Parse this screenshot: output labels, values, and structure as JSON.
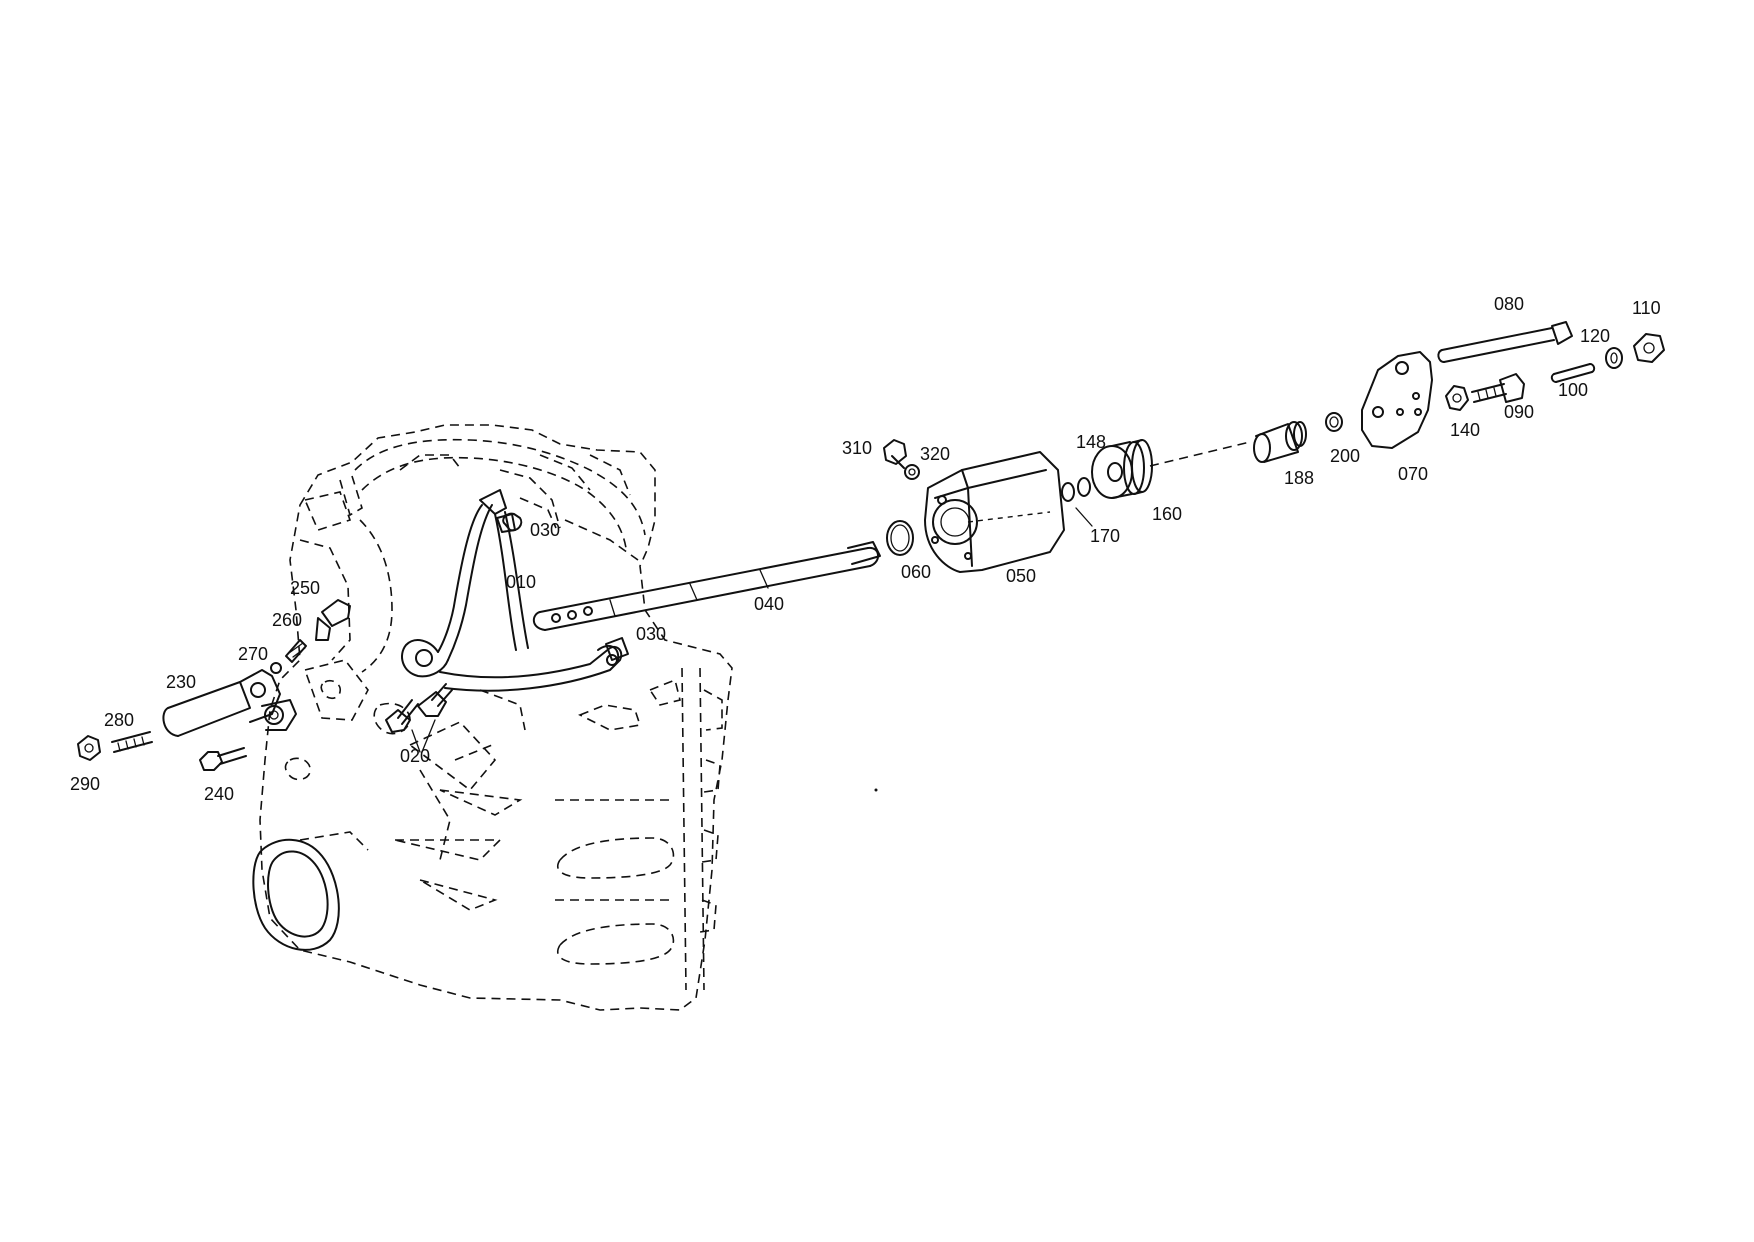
{
  "labels": [
    {
      "id": "010",
      "text": "010"
    },
    {
      "id": "020",
      "text": "020"
    },
    {
      "id": "030a",
      "text": "030"
    },
    {
      "id": "030b",
      "text": "030"
    },
    {
      "id": "040",
      "text": "040"
    },
    {
      "id": "050",
      "text": "050"
    },
    {
      "id": "060",
      "text": "060"
    },
    {
      "id": "070",
      "text": "070"
    },
    {
      "id": "080",
      "text": "080"
    },
    {
      "id": "090",
      "text": "090"
    },
    {
      "id": "100",
      "text": "100"
    },
    {
      "id": "110",
      "text": "110"
    },
    {
      "id": "120",
      "text": "120"
    },
    {
      "id": "140",
      "text": "140"
    },
    {
      "id": "148",
      "text": "148"
    },
    {
      "id": "160",
      "text": "160"
    },
    {
      "id": "170",
      "text": "170"
    },
    {
      "id": "188",
      "text": "188"
    },
    {
      "id": "200",
      "text": "200"
    },
    {
      "id": "230",
      "text": "230"
    },
    {
      "id": "240",
      "text": "240"
    },
    {
      "id": "250",
      "text": "250"
    },
    {
      "id": "260",
      "text": "260"
    },
    {
      "id": "270",
      "text": "270"
    },
    {
      "id": "280",
      "text": "280"
    },
    {
      "id": "290",
      "text": "290"
    },
    {
      "id": "310",
      "text": "310"
    },
    {
      "id": "320",
      "text": "320"
    }
  ]
}
